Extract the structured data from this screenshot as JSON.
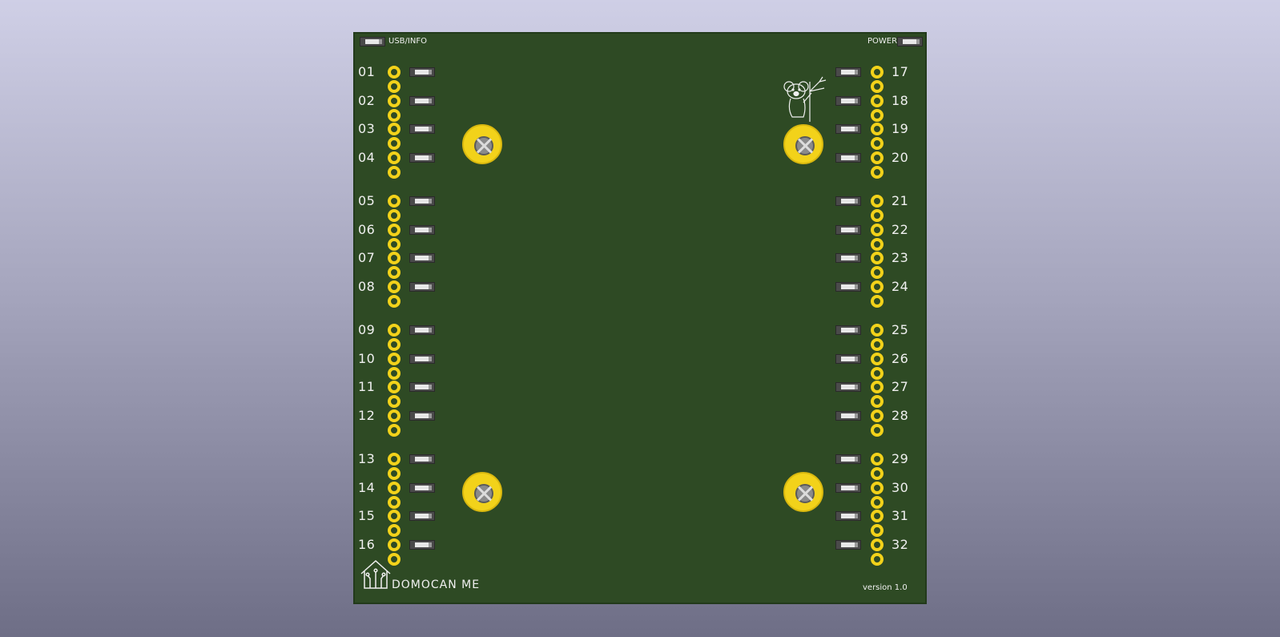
{
  "board": {
    "usb_info_label": "USB/INFO",
    "power_label": "POWER",
    "brand_label": "DOMOCAN ME",
    "version_label": "version 1.0",
    "colors": {
      "pcb": "#2e4a24",
      "pad": "#f2d21a",
      "silkscreen": "#f0f0f0"
    }
  },
  "channels_left": [
    "01",
    "02",
    "03",
    "04",
    "05",
    "06",
    "07",
    "08",
    "09",
    "10",
    "11",
    "12",
    "13",
    "14",
    "15",
    "16"
  ],
  "channels_right": [
    "17",
    "18",
    "19",
    "20",
    "21",
    "22",
    "23",
    "24",
    "25",
    "26",
    "27",
    "28",
    "29",
    "30",
    "31",
    "32"
  ],
  "icons": {
    "logo": "house-circuit-icon",
    "mascot": "koala-icon",
    "mounting_hole": "mounting-hole-icon"
  }
}
